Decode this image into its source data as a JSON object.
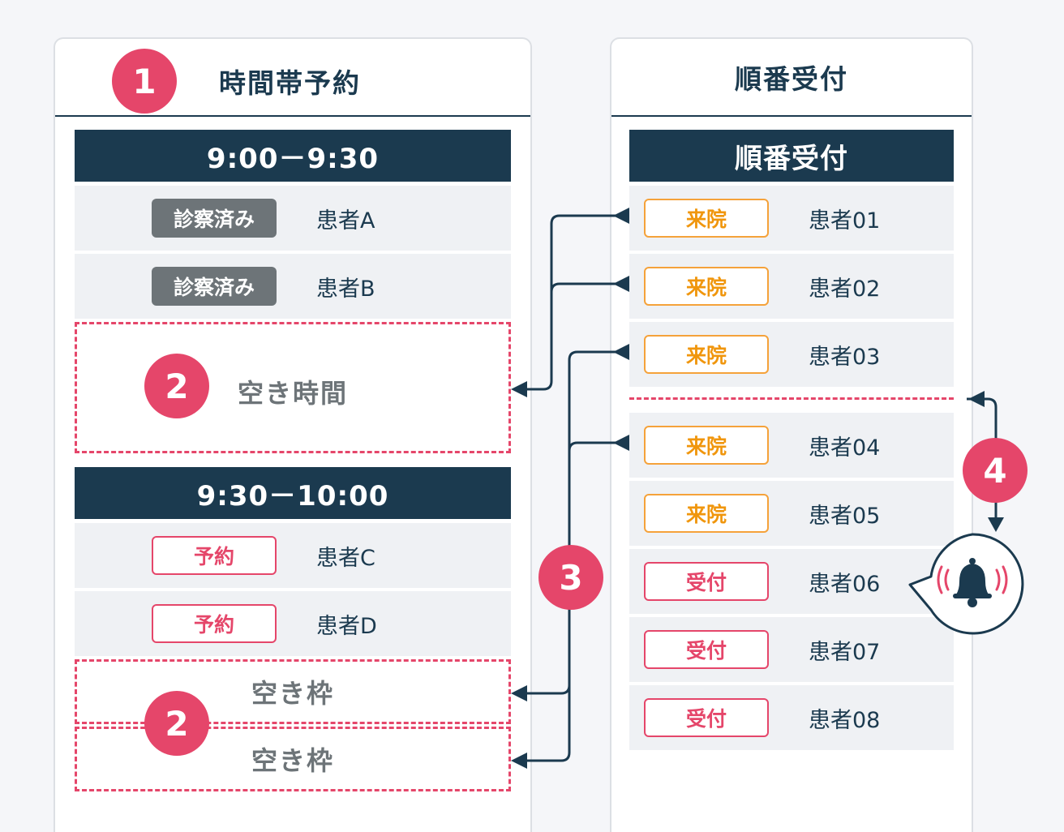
{
  "left_panel": {
    "badge": "1",
    "title": "時間帯予約",
    "slot1": {
      "time": "9:00－9:30",
      "rows": [
        {
          "tag": "診察済み",
          "name": "患者A"
        },
        {
          "tag": "診察済み",
          "name": "患者B"
        }
      ],
      "empty_badge": "2",
      "empty_label": "空き時間"
    },
    "slot2": {
      "time": "9:30－10:00",
      "rows": [
        {
          "tag": "予約",
          "name": "患者C"
        },
        {
          "tag": "予約",
          "name": "患者D"
        }
      ],
      "empty_badge": "2",
      "empty_labels": [
        "空き枠",
        "空き枠"
      ]
    }
  },
  "right_panel": {
    "title": "順番受付",
    "header": "順番受付",
    "rows": [
      {
        "tag": "来院",
        "name": "患者01"
      },
      {
        "tag": "来院",
        "name": "患者02"
      },
      {
        "tag": "来院",
        "name": "患者03"
      },
      {
        "tag": "来院",
        "name": "患者04"
      },
      {
        "tag": "来院",
        "name": "患者05"
      },
      {
        "tag": "受付",
        "name": "患者06"
      },
      {
        "tag": "受付",
        "name": "患者07"
      },
      {
        "tag": "受付",
        "name": "患者08"
      }
    ]
  },
  "badges": {
    "three": "3",
    "four": "4"
  },
  "icons": {
    "bell": "bell-icon"
  },
  "colors": {
    "navy": "#1b3a4f",
    "accent_pink": "#e5466a",
    "visit_orange": "#f0960d",
    "done_gray": "#6d7478",
    "row_bg": "#eff1f4"
  }
}
